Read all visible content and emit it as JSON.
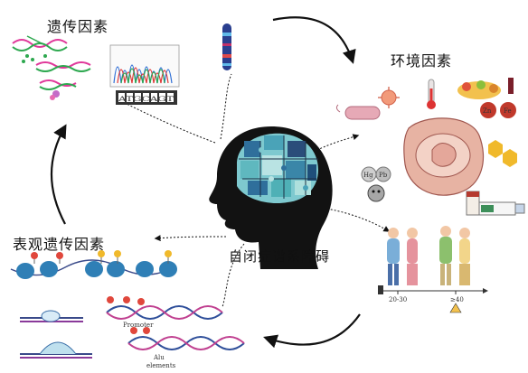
{
  "center_label": "自闭症谱系障碍",
  "factors": {
    "genetic": "遗传因素",
    "environmental": "环境因素",
    "epigenetic": "表观遗传因素"
  },
  "genetic_panel": {
    "sequence_text": "ATGCAGT"
  },
  "environmental_panel": {
    "elements": [
      "Zn",
      "Fe",
      "Hg",
      "Pb"
    ],
    "age_ticks": [
      "20-30",
      "≥40"
    ]
  },
  "epigenetic_panel": {
    "promoter_label": "Promoter",
    "alu_label": "Alu",
    "alu_label_line2": "elements"
  }
}
